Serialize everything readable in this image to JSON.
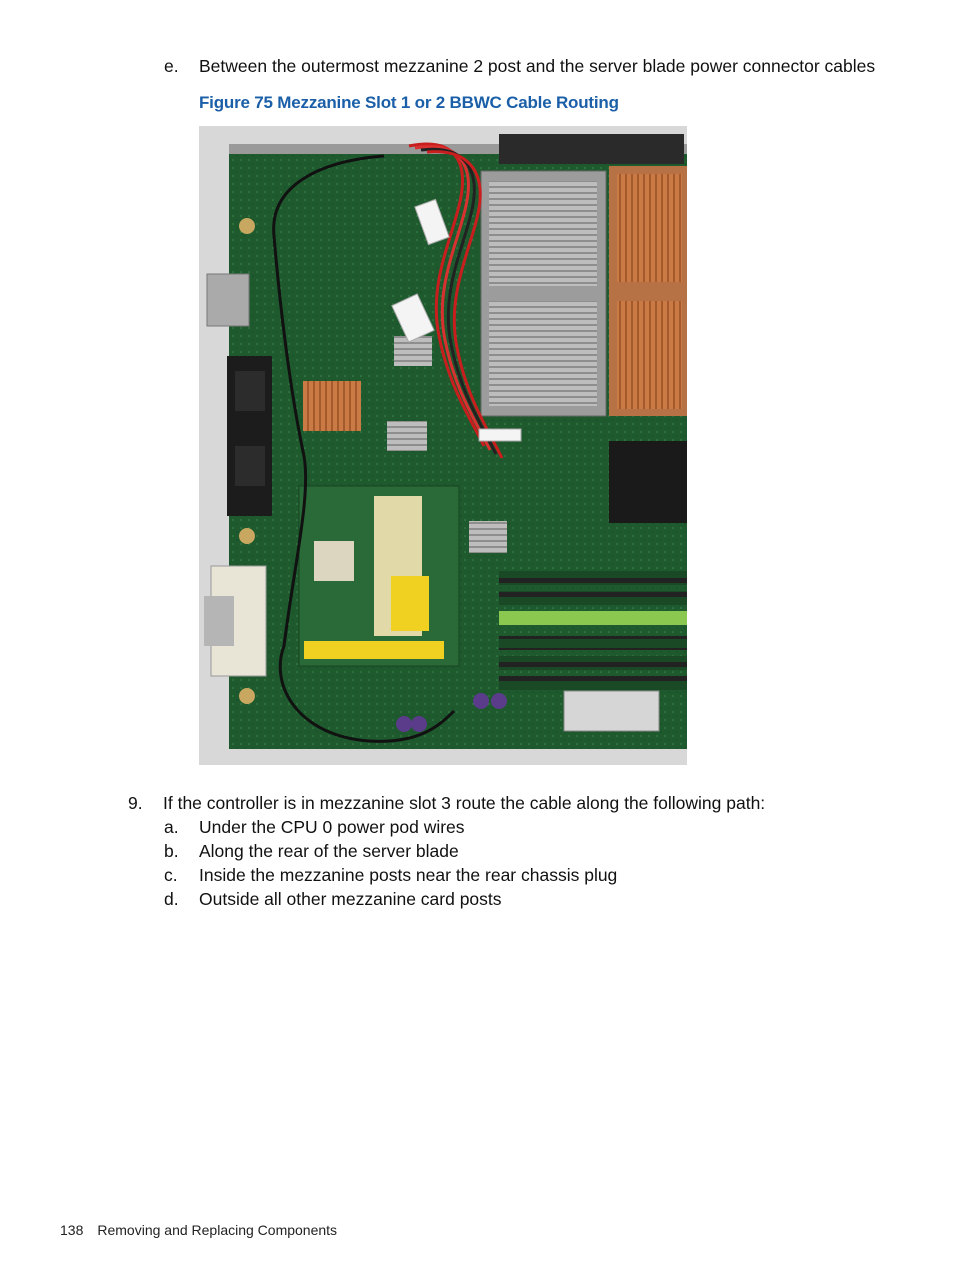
{
  "step_e": {
    "marker": "e.",
    "text": "Between the outermost mezzanine 2 post and the server blade power connector cables"
  },
  "figure": {
    "caption": "Figure 75 Mezzanine Slot 1 or 2 BBWC Cable Routing"
  },
  "step_9": {
    "marker": "9.",
    "text": "If the controller is in mezzanine slot 3 route the cable along the following path:",
    "substeps": [
      {
        "marker": "a.",
        "text": "Under the CPU 0 power pod wires"
      },
      {
        "marker": "b.",
        "text": "Along the rear of the server blade"
      },
      {
        "marker": "c.",
        "text": "Inside the mezzanine posts near the rear chassis plug"
      },
      {
        "marker": "d.",
        "text": "Outside all other mezzanine card posts"
      }
    ]
  },
  "footer": {
    "page_number": "138",
    "section": "Removing and Replacing Components"
  }
}
